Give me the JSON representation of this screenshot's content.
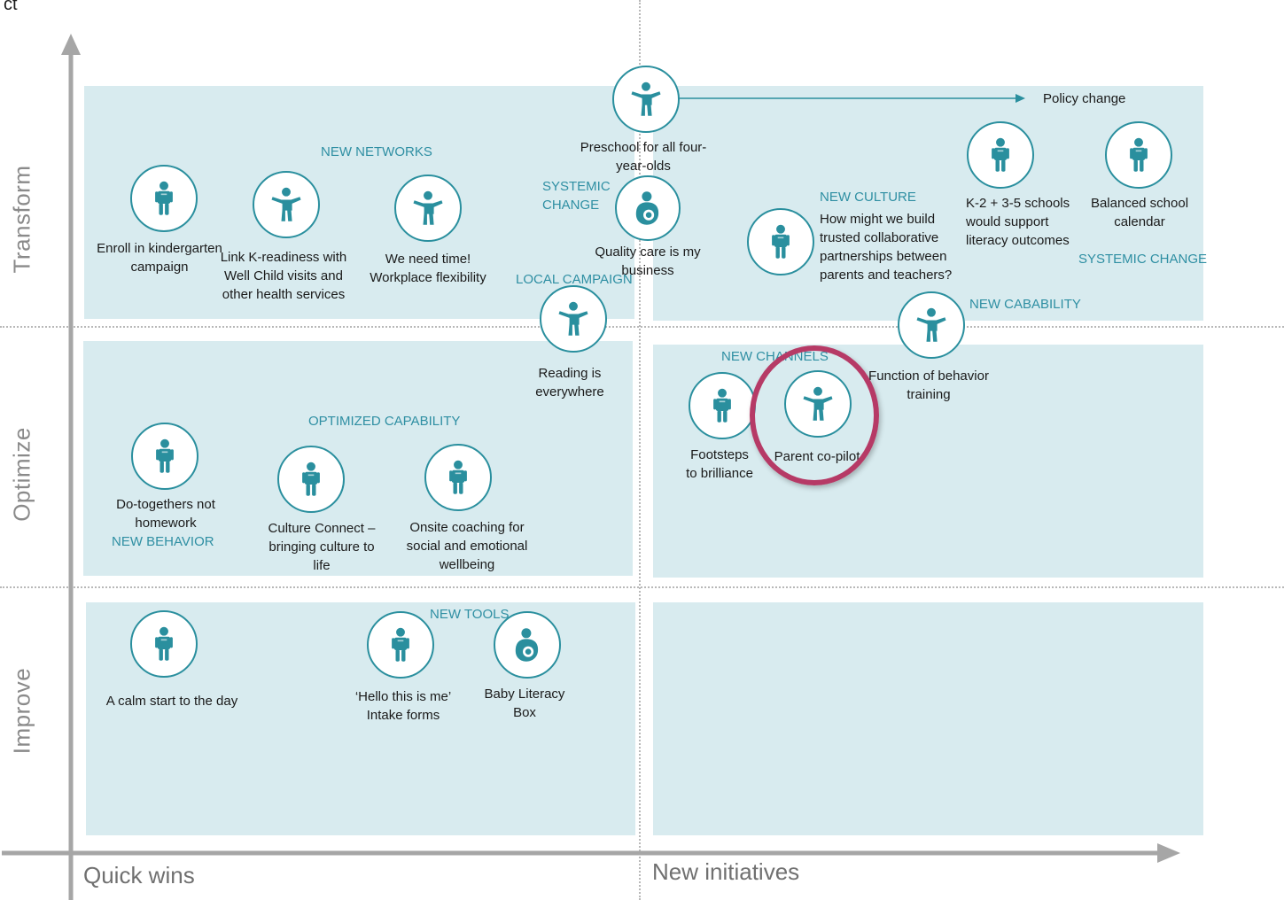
{
  "corner": {
    "text": "ct"
  },
  "y_axis": {
    "top": "Transform",
    "middle": "Optimize",
    "bottom": "Improve"
  },
  "x_axis": {
    "left": "Quick wins",
    "right": "New initiatives"
  },
  "colors": {
    "panel": "#d8ebef",
    "accent": "#2a8f9e",
    "tag": "#2f8fa3",
    "highlight": "#b63a66",
    "axis": "#a6a6a6"
  },
  "tags": {
    "new_networks": "NEW NETWORKS",
    "systemic_change_left": "SYSTEMIC CHANGE",
    "local_campaign": "LOCAL CAMPAIGN",
    "new_culture": "NEW CULTURE",
    "systemic_change_right": "SYSTEMIC CHANGE",
    "new_cabability": "NEW CABABILITY",
    "new_channels": "NEW CHANNELS",
    "optimized_capability": "OPTIMIZED CAPABILITY",
    "new_behavior": "NEW BEHAVIOR",
    "new_tools": "NEW TOOLS"
  },
  "items": {
    "preschool": {
      "label": "Preschool for all four-year-olds",
      "icon": "child-arms-out-icon"
    },
    "policy_change": {
      "label": "Policy change"
    },
    "quality_care": {
      "label": "Quality care is my business",
      "icon": "parent-baby-icon"
    },
    "enroll": {
      "label": "Enroll in kindergarten campaign",
      "icon": "child-standing-icon"
    },
    "link_k": {
      "label": "Link K-readiness with Well Child visits and other health services",
      "icon": "child-arms-out-icon"
    },
    "need_time": {
      "label": "We need time! Workplace flexibility",
      "icon": "child-arms-out-icon"
    },
    "how_might": {
      "label": "How might we build trusted collaborative partnerships between parents and teachers?",
      "icon": "child-standing-icon"
    },
    "k2_schools": {
      "label": "K-2 + 3-5 schools would support literacy outcomes",
      "icon": "child-standing-icon"
    },
    "balanced": {
      "label": "Balanced school calendar",
      "icon": "child-standing-icon"
    },
    "reading": {
      "label": "Reading is everywhere",
      "icon": "child-arms-out-icon"
    },
    "behavior_training": {
      "label": "Function of behavior training",
      "icon": "child-arms-out-icon"
    },
    "footsteps": {
      "label": "Footsteps to brilliance",
      "icon": "child-standing-icon"
    },
    "parent_copilot": {
      "label": "Parent co-pilot",
      "icon": "child-arms-out-icon"
    },
    "do_togethers": {
      "label": "Do-togethers not homework",
      "icon": "child-standing-icon"
    },
    "culture_connect": {
      "label": "Culture Connect – bringing culture to life",
      "icon": "child-standing-icon"
    },
    "onsite_coaching": {
      "label": "Onsite coaching for social and emotional wellbeing",
      "icon": "child-standing-icon"
    },
    "calm_start": {
      "label": "A calm start to the day",
      "icon": "child-standing-icon"
    },
    "hello_this": {
      "label": "‘Hello this is me’ Intake forms",
      "icon": "child-standing-icon"
    },
    "baby_box": {
      "label": "Baby Literacy Box",
      "icon": "parent-baby-icon"
    }
  }
}
